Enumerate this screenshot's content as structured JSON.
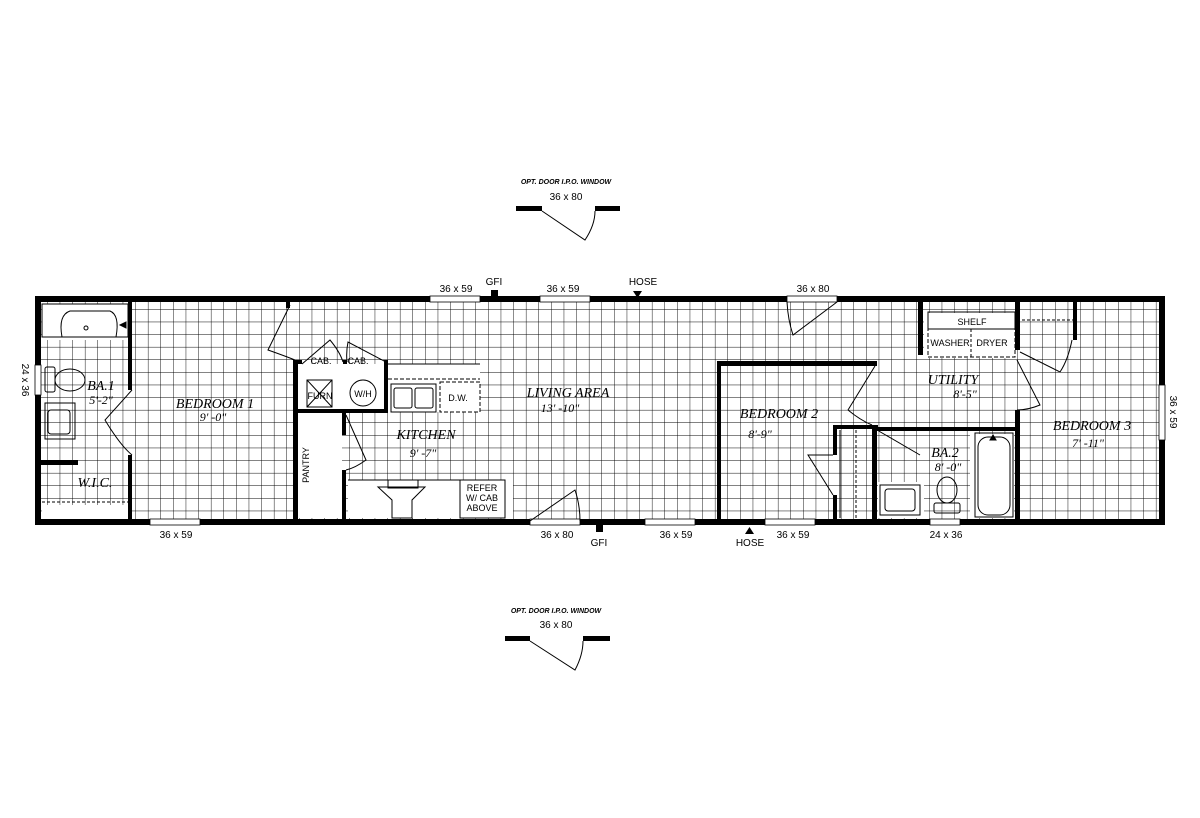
{
  "colors": {
    "line": "#000000",
    "background": "#ffffff"
  },
  "optional_doors": [
    {
      "label": "OPT. DOOR I.P.O. WINDOW",
      "size": "36 x 80"
    },
    {
      "label": "OPT. DOOR I.P.O. WINDOW",
      "size": "36 x 80"
    }
  ],
  "rooms": {
    "ba1": {
      "name": "BA.1",
      "dim": "5'-2\""
    },
    "bedroom1": {
      "name": "BEDROOM 1",
      "dim": "9' -0\""
    },
    "wic": {
      "name": "W.I.C."
    },
    "kitchen": {
      "name": "KITCHEN",
      "dim": "9' -7\""
    },
    "pantry": {
      "name": "PANTRY"
    },
    "living": {
      "name": "LIVING AREA",
      "dim": "13' -10\""
    },
    "bedroom2": {
      "name": "BEDROOM 2",
      "dim": "8'-9\""
    },
    "utility": {
      "name": "UTILITY",
      "dim": "8'-5\""
    },
    "ba2": {
      "name": "BA.2",
      "dim": "8' -0\""
    },
    "bedroom3": {
      "name": "BEDROOM 3",
      "dim": "7' -11\""
    }
  },
  "fixtures": {
    "cab1": "CAB.",
    "cab2": "CAB.",
    "furn": "FURN",
    "wh": "W/H",
    "dw": "D.W.",
    "refer": [
      "REFER",
      "W/ CAB",
      "ABOVE"
    ],
    "shelf": "SHELF",
    "washer": "WASHER",
    "dryer": "DRYER"
  },
  "openings": {
    "top": [
      "36 x 59",
      "GFI",
      "36 x 59",
      "HOSE",
      "36 x 80"
    ],
    "bottom": [
      "36 x 59",
      "36 x 80",
      "GFI",
      "36 x 59",
      "HOSE",
      "36 x 59",
      "24 x 36"
    ],
    "left": "24 x 36",
    "right": "36 x 59"
  }
}
